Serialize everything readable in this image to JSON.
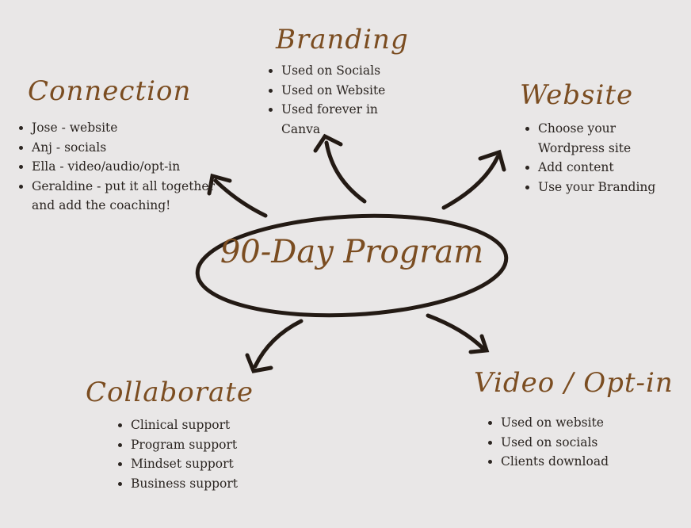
{
  "center_title": "90-Day Program",
  "branches": {
    "branding": {
      "title": "Branding",
      "items": [
        "Used on Socials",
        "Used on Website",
        "Used forever in Canva"
      ]
    },
    "connection": {
      "title": "Connection",
      "items": [
        "Jose - website",
        "Anj - socials",
        "Ella - video/audio/opt-in",
        "Geraldine - put it all together and add the coaching!"
      ]
    },
    "website": {
      "title": "Website",
      "items": [
        "Choose your Wordpress site",
        "Add content",
        "Use your Branding"
      ]
    },
    "collaborate": {
      "title": "Collaborate",
      "items": [
        "Clinical support",
        "Program support",
        "Mindset support",
        "Business support"
      ]
    },
    "video": {
      "title": "Video / Opt-in",
      "items": [
        "Used on website",
        "Used on socials",
        "Clients download"
      ]
    }
  },
  "colors": {
    "background": "#e9e7e7",
    "title": "#7b4d21",
    "text": "#2b2521",
    "ink": "#231a14"
  }
}
